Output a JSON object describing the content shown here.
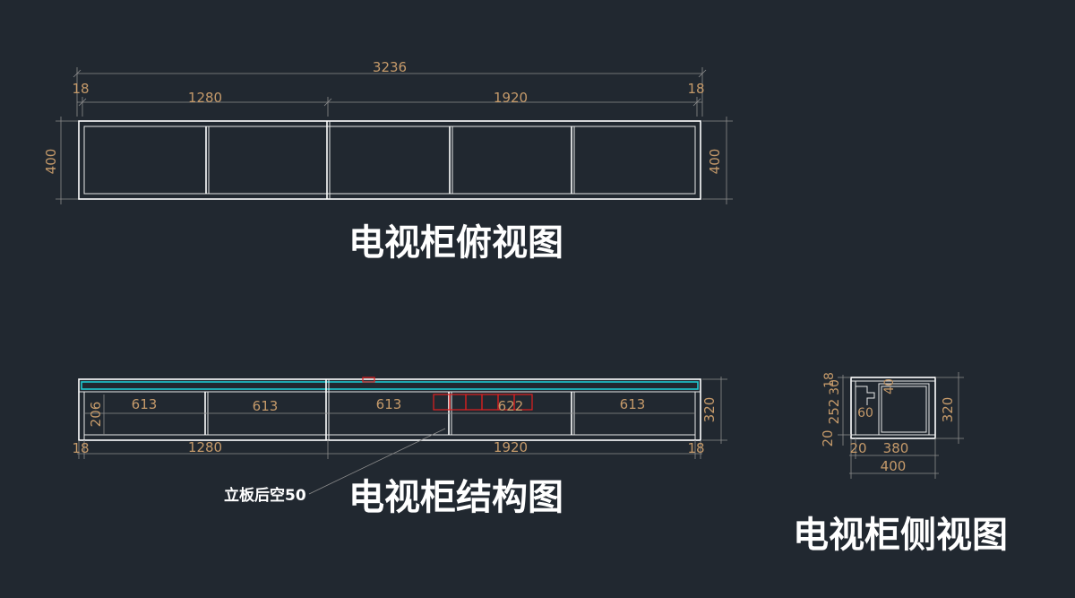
{
  "top_view": {
    "title": "电视柜俯视图",
    "dims": {
      "overall": "3236",
      "left_end": "18",
      "right_end": "18",
      "left_section": "1280",
      "right_section": "1920",
      "depth_left": "400",
      "depth_right": "400"
    }
  },
  "structure_view": {
    "title": "电视柜结构图",
    "note": "立板后空50",
    "dims": {
      "bay1": "613",
      "bay2": "613",
      "bay3": "613",
      "bay4": "622",
      "bay5": "613",
      "inner_height": "206",
      "height": "320",
      "left_end": "18",
      "right_end": "18",
      "left_section": "1280",
      "right_section": "1920"
    }
  },
  "side_view": {
    "title": "电视柜侧视图",
    "dims": {
      "top_panel": "18",
      "gap": "30",
      "lip": "40",
      "slot": "60",
      "inner": "252",
      "base": "20",
      "base_width": "20",
      "inner_width": "380",
      "width": "400",
      "height": "320"
    }
  }
}
